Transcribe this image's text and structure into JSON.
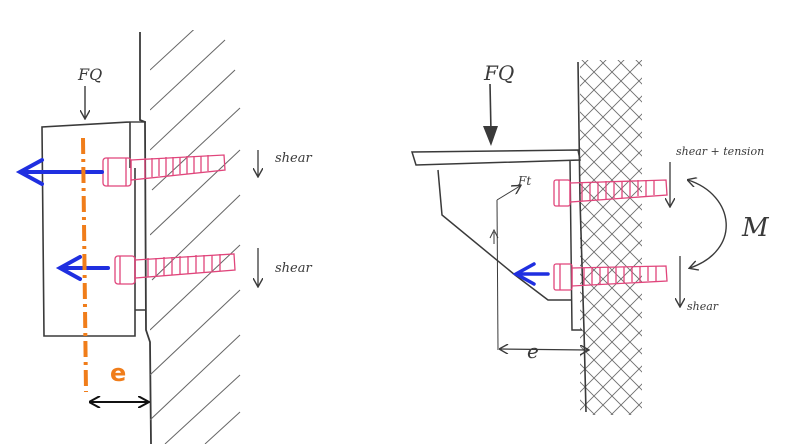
{
  "left_figure": {
    "force_label": "FQ",
    "bolt_top_label": "shear",
    "bolt_bottom_label": "shear",
    "eccentricity_label": "e"
  },
  "right_figure": {
    "force_label": "FQ",
    "tension_force_label": "Ft",
    "bolt_top_label": "shear + tension",
    "bolt_bottom_label": "shear",
    "moment_label": "M",
    "eccentricity_label": "e"
  },
  "colors": {
    "ink": "#3a3a3a",
    "bolt": "#e0457b",
    "arrow": "#1f2fe0",
    "centerline": "#f07d1a",
    "wall_hatch": "#555555"
  }
}
